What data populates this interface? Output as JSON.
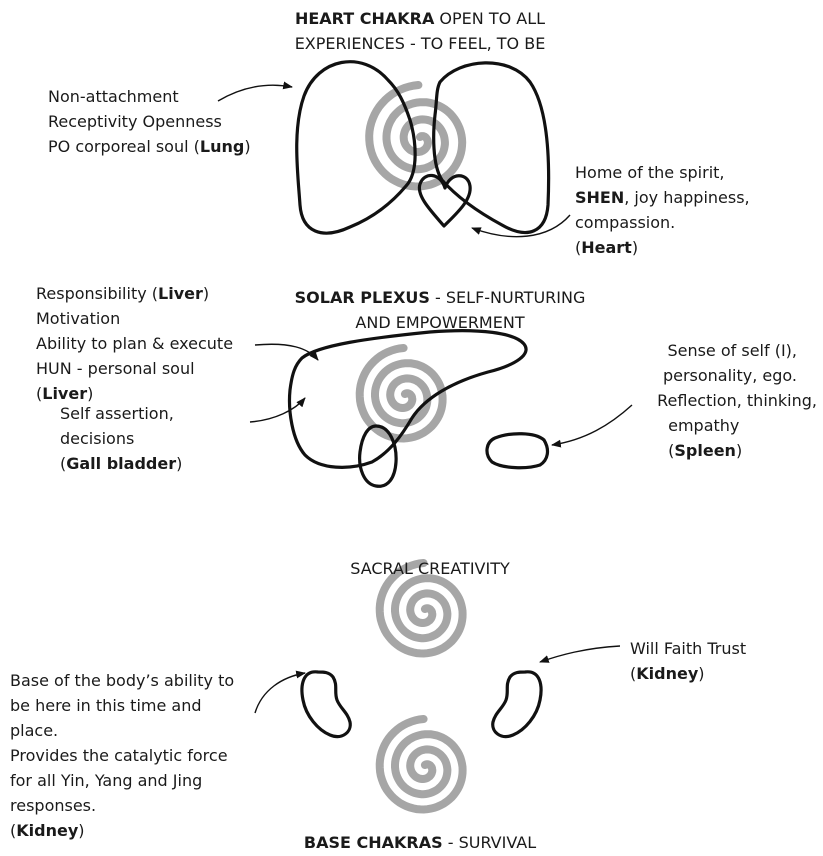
{
  "heart": {
    "title_bold": "HEART CHAKRA",
    "title_rest": " OPEN TO ALL",
    "title_line2": "EXPERIENCES - TO FEEL, TO BE",
    "lung_line1": "Non-attachment",
    "lung_line2": "Receptivity Openness",
    "lung_line3_pre": "PO corporeal soul (",
    "lung_line3_bold": "Lung",
    "lung_line3_post": ")",
    "spirit_line1": "Home of the spirit,",
    "spirit_line2_bold": "SHEN",
    "spirit_line2_rest": ", joy happiness,",
    "spirit_line3": "compassion.",
    "spirit_line4_pre": "(",
    "spirit_line4_bold": "Heart",
    "spirit_line4_post": ")"
  },
  "solar": {
    "title_bold": "SOLAR PLEXUS",
    "title_rest": " - SELF-NURTURING",
    "title_line2": "AND EMPOWERMENT",
    "liver_line1_pre": "Responsibility (",
    "liver_line1_bold": "Liver",
    "liver_line1_post": ")",
    "liver_line2": "Motivation",
    "liver_line3": "Ability to plan & execute",
    "liver_line4": "HUN - personal soul",
    "liver_line5_pre": "(",
    "liver_line5_bold": "Liver",
    "liver_line5_post": ")",
    "gall_line1": "Self assertion,",
    "gall_line2": "decisions",
    "gall_line3_pre": "(",
    "gall_line3_bold": "Gall bladder",
    "gall_line3_post": ")",
    "spleen_line1": "Sense of self (I),",
    "spleen_line2": "personality, ego.",
    "spleen_line3": "Reflection, thinking,",
    "spleen_line4": "empathy",
    "spleen_line5_pre": "(",
    "spleen_line5_bold": "Spleen",
    "spleen_line5_post": ")"
  },
  "sacral": {
    "title": "SACRAL CREATIVITY"
  },
  "base": {
    "title_bold": "BASE CHAKRAS",
    "title_rest": " - SURVIVAL",
    "will_line1": "Will Faith Trust",
    "will_line2_pre": "(",
    "will_line2_bold": "Kidney",
    "will_line2_post": ")",
    "body_line1": "Base of the body’s ability to",
    "body_line2": "be here in this time and",
    "body_line3": "place.",
    "body_line4": "Provides the catalytic force",
    "body_line5": "for all Yin, Yang and Jing",
    "body_line6": "responses.",
    "body_line7_pre": "(",
    "body_line7_bold": "Kidney",
    "body_line7_post": ")"
  },
  "colors": {
    "outline": "#111111",
    "spiral": "#a6a6a6",
    "text": "#1a1a1a"
  }
}
